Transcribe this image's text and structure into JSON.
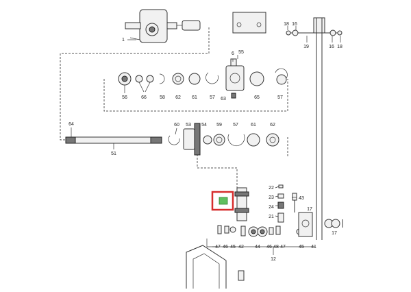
{
  "diagram": {
    "callouts": [
      {
        "id": "c-1",
        "text": "1"
      },
      {
        "id": "c-18a",
        "text": "18"
      },
      {
        "id": "c-16a",
        "text": "16"
      },
      {
        "id": "c-19",
        "text": "19"
      },
      {
        "id": "c-16b",
        "text": "16"
      },
      {
        "id": "c-18b",
        "text": "18"
      },
      {
        "id": "c-6",
        "text": "6"
      },
      {
        "id": "c-55",
        "text": "55"
      },
      {
        "id": "c-56",
        "text": "56"
      },
      {
        "id": "c-66",
        "text": "66"
      },
      {
        "id": "c-58",
        "text": "58"
      },
      {
        "id": "c-62a",
        "text": "62"
      },
      {
        "id": "c-61a",
        "text": "61"
      },
      {
        "id": "c-57a",
        "text": "57"
      },
      {
        "id": "c-63",
        "text": "63"
      },
      {
        "id": "c-65",
        "text": "65"
      },
      {
        "id": "c-57b",
        "text": "57"
      },
      {
        "id": "c-64",
        "text": "64"
      },
      {
        "id": "c-60",
        "text": "60"
      },
      {
        "id": "c-53",
        "text": "53"
      },
      {
        "id": "c-54",
        "text": "54"
      },
      {
        "id": "c-59",
        "text": "59"
      },
      {
        "id": "c-57c",
        "text": "57"
      },
      {
        "id": "c-61b",
        "text": "61"
      },
      {
        "id": "c-62b",
        "text": "62"
      },
      {
        "id": "c-51",
        "text": "51"
      },
      {
        "id": "c-22",
        "text": "22"
      },
      {
        "id": "c-23",
        "text": "23"
      },
      {
        "id": "c-43",
        "text": "43"
      },
      {
        "id": "c-24",
        "text": "24"
      },
      {
        "id": "c-21",
        "text": "21"
      },
      {
        "id": "c-17a",
        "text": "17"
      },
      {
        "id": "c-17b",
        "text": "17"
      },
      {
        "id": "c-47a",
        "text": "47"
      },
      {
        "id": "c-46a",
        "text": "46"
      },
      {
        "id": "c-45a",
        "text": "45"
      },
      {
        "id": "c-42",
        "text": "42"
      },
      {
        "id": "c-44",
        "text": "44"
      },
      {
        "id": "c-46b",
        "text": "46"
      },
      {
        "id": "c-48",
        "text": "48"
      },
      {
        "id": "c-47b",
        "text": "47"
      },
      {
        "id": "c-45b",
        "text": "45"
      },
      {
        "id": "c-41",
        "text": "41"
      },
      {
        "id": "c-12",
        "text": "12"
      }
    ],
    "highlight": {
      "color": "#d62d2d",
      "inner_color": "#5fbf5f"
    },
    "colors": {
      "line": "#333333",
      "background": "#ffffff"
    }
  }
}
